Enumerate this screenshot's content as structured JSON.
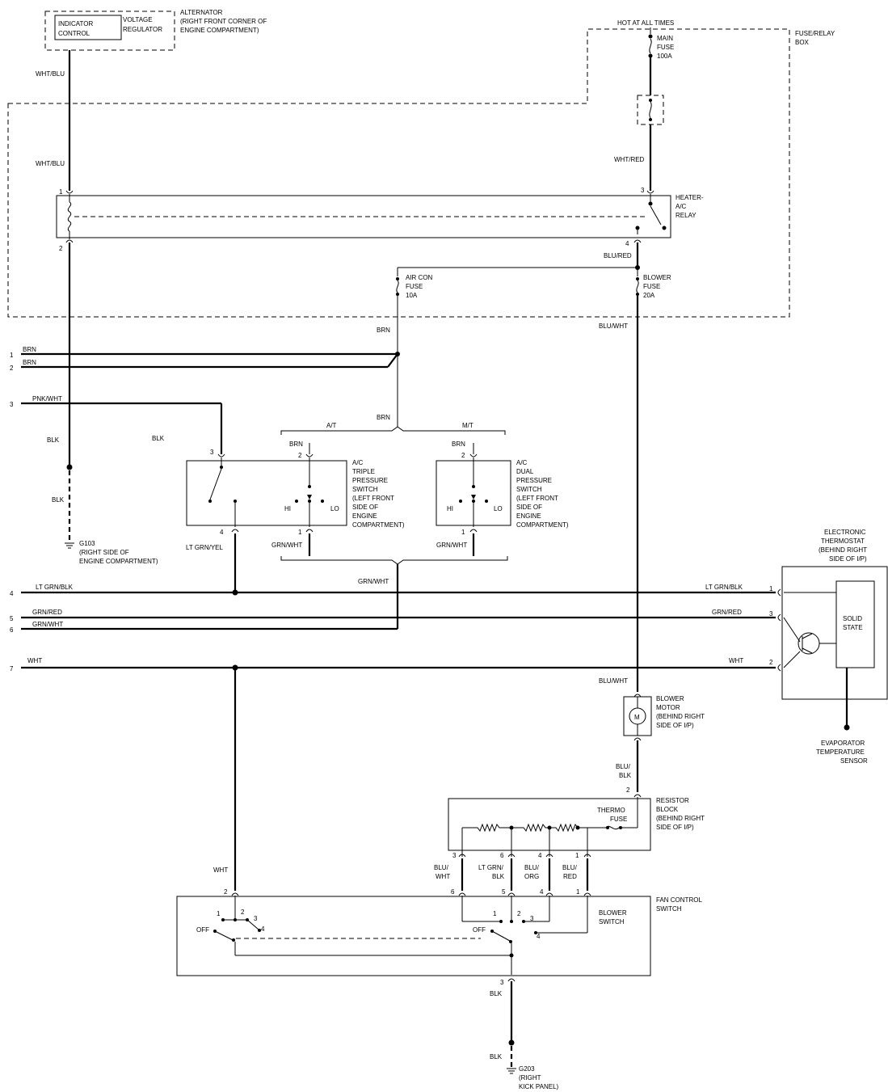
{
  "alternator": {
    "indicator": [
      "INDICATOR",
      "CONTROL"
    ],
    "regulator": [
      "VOLTAGE",
      "REGULATOR"
    ],
    "label": [
      "ALTERNATOR",
      "(RIGHT FRONT CORNER OF",
      "ENGINE COMPARTMENT)"
    ]
  },
  "fuse_box": {
    "hot": "HOT AT ALL TIMES",
    "label": [
      "FUSE/RELAY",
      "BOX"
    ],
    "main_fuse": [
      "MAIN",
      "FUSE",
      "100A"
    ],
    "aircon_fuse": [
      "AIR CON",
      "FUSE",
      "10A"
    ],
    "blower_fuse": [
      "BLOWER",
      "FUSE",
      "20A"
    ]
  },
  "relay": {
    "label": [
      "HEATER-",
      "A/C",
      "RELAY"
    ],
    "pins": [
      "1",
      "2",
      "3",
      "4"
    ]
  },
  "wires": {
    "wht_blu": "WHT/BLU",
    "wht_red": "WHT/RED",
    "blu_red": "BLU/RED",
    "blu_wht": "BLU/WHT",
    "brn": "BRN",
    "pnk_wht": "PNK/WHT",
    "blk": "BLK",
    "lt_grn_yel": "LT GRN/YEL",
    "grn_wht": "GRN/WHT",
    "lt_grn_blk": "LT GRN/BLK",
    "grn_red": "GRN/RED",
    "wht": "WHT",
    "blu_blk": [
      "BLU/",
      "BLK"
    ],
    "blu_wht2": [
      "BLU/",
      "WHT"
    ],
    "lt_grn_blk2": [
      "LT GRN/",
      "BLK"
    ],
    "blu_org": [
      "BLU/",
      "ORG"
    ],
    "blu_red2": [
      "BLU/",
      "RED"
    ]
  },
  "left_connector": [
    "1",
    "2",
    "3",
    "4",
    "5",
    "6",
    "7"
  ],
  "transmission": {
    "at": "A/T",
    "mt": "M/T"
  },
  "triple_switch": {
    "label": [
      "A/C",
      "TRIPLE",
      "PRESSURE",
      "SWITCH",
      "(LEFT FRONT",
      "SIDE OF",
      "ENGINE",
      "COMPARTMENT)"
    ],
    "hi": "HI",
    "lo": "LO"
  },
  "dual_switch": {
    "label": [
      "A/C",
      "DUAL",
      "PRESSURE",
      "SWITCH",
      "(LEFT FRONT",
      "SIDE OF",
      "ENGINE",
      "COMPARTMENT)"
    ],
    "hi": "HI",
    "lo": "LO"
  },
  "ground_g103": [
    "G103",
    "(RIGHT SIDE OF",
    "ENGINE COMPARTMENT)"
  ],
  "ground_g203": [
    "G203",
    "(RIGHT",
    "KICK PANEL)"
  ],
  "thermostat": {
    "label": [
      "ELECTRONIC",
      "THERMOSTAT",
      "(BEHIND RIGHT",
      "SIDE OF I/P)"
    ],
    "solid_state": [
      "SOLID",
      "STATE"
    ],
    "sensor": [
      "EVAPORATOR",
      "TEMPERATURE",
      "SENSOR"
    ]
  },
  "blower_motor": {
    "label": [
      "BLOWER",
      "MOTOR",
      "(BEHIND RIGHT",
      "SIDE OF I/P)"
    ],
    "symbol": "M"
  },
  "resistor_block": {
    "label": [
      "RESISTOR",
      "BLOCK",
      "(BEHIND RIGHT",
      "SIDE OF I/P)"
    ],
    "thermo_fuse": [
      "THERMO",
      "FUSE"
    ]
  },
  "fan_switch": {
    "label": [
      "FAN CONTROL",
      "SWITCH"
    ],
    "blower": [
      "BLOWER",
      "SWITCH"
    ],
    "off": "OFF"
  }
}
